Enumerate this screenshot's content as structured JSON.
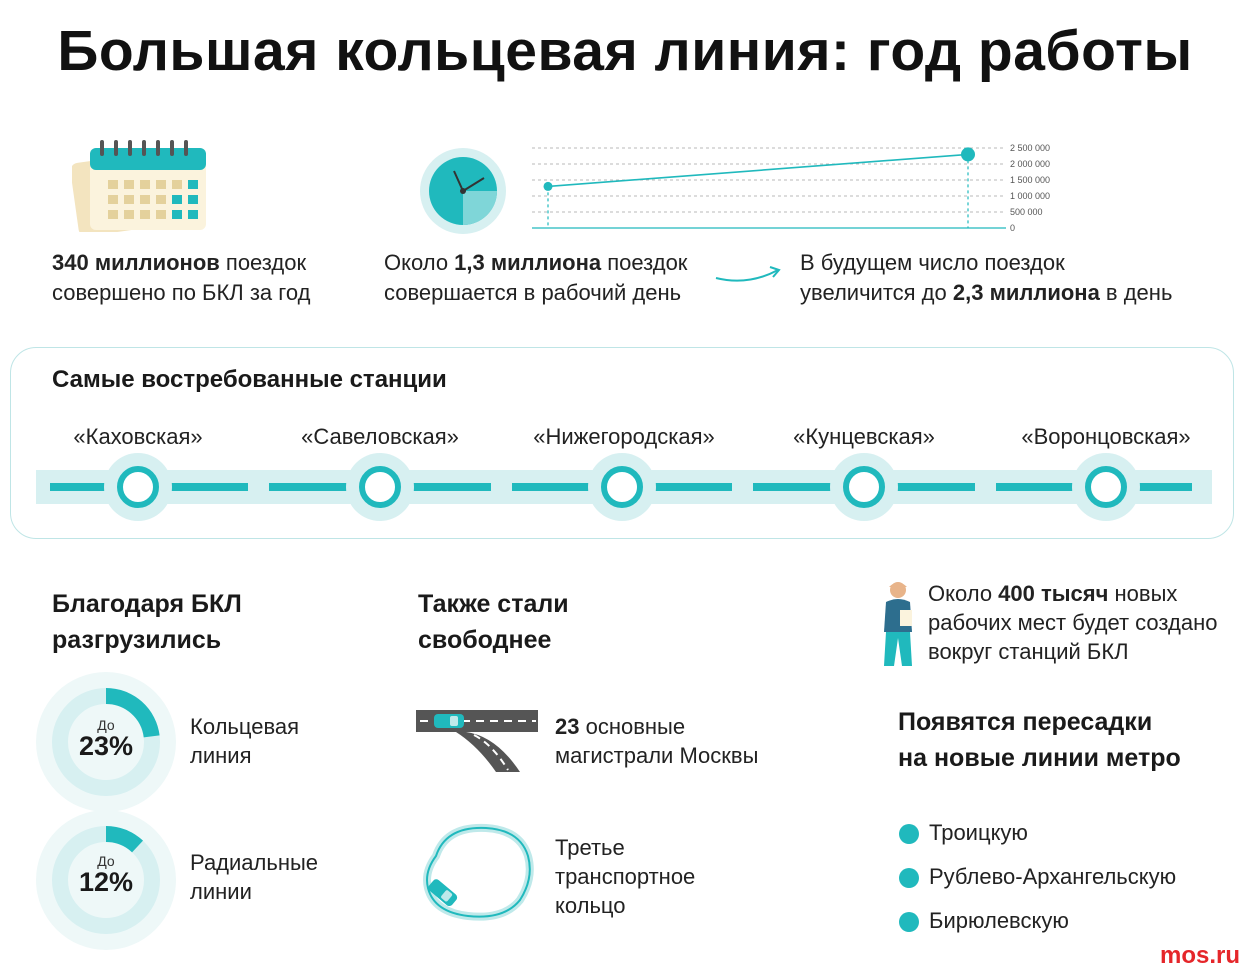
{
  "title": "Большая кольцевая линия: год работы",
  "stats": {
    "trips_year_bold": "340 миллионов",
    "trips_year_rest1": " поездок",
    "trips_year_line2": "совершено по БКЛ за год",
    "daily_pre": "Около ",
    "daily_bold": "1,3 миллиона",
    "daily_rest1": " поездок",
    "daily_line2": "совершается в рабочий день",
    "future_line1": "В будущем число поездок",
    "future_pre2": "увеличится до ",
    "future_bold": "2,3 миллиона",
    "future_rest2": " в день"
  },
  "chart_data": {
    "type": "line",
    "y_ticks": [
      "2 500 000",
      "2 000 000",
      "1 500 000",
      "1 000 000",
      "500 000",
      "0"
    ],
    "ylim": [
      0,
      2500000
    ],
    "values": [
      1300000,
      2300000
    ],
    "grid": true
  },
  "stations": {
    "title": "Самые востребованные станции",
    "items": [
      "«Каховская»",
      "«Савеловская»",
      "«Нижегородская»",
      "«Кунцевская»",
      "«Воронцовская»"
    ]
  },
  "unloaded": {
    "heading_l1": "Благодаря БКЛ",
    "heading_l2": "разгрузились",
    "items": [
      {
        "pre": "До",
        "value": "23%",
        "label_l1": "Кольцевая",
        "label_l2": "линия",
        "fraction": 0.23
      },
      {
        "pre": "До",
        "value": "12%",
        "label_l1": "Радиальные",
        "label_l2": "линии",
        "fraction": 0.12
      }
    ]
  },
  "freer": {
    "heading_l1": "Также стали",
    "heading_l2": "свободнее",
    "roads_bold": "23",
    "roads_rest1": " основные",
    "roads_line2": "магистрали Москвы",
    "ring_l1": "Третье",
    "ring_l2": "транспортное",
    "ring_l3": "кольцо"
  },
  "jobs": {
    "pre": "Около ",
    "bold": "400 тысяч",
    "rest1": " новых",
    "line2": "рабочих мест будет создано",
    "line3": "вокруг станций БКЛ"
  },
  "transfers": {
    "heading_l1": "Появятся пересадки",
    "heading_l2": "на новые линии метро",
    "items": [
      "Троицкую",
      "Рублево-Архангельскую",
      "Бирюлевскую"
    ]
  },
  "brand": "mos.ru",
  "colors": {
    "accent": "#20b9bd",
    "accent_light": "#d7f0f1",
    "brand": "#e5262a"
  },
  "icons": [
    "calendar-icon",
    "clock-icon",
    "arrow-right-icon",
    "worker-icon",
    "road-junction-icon",
    "ring-road-icon",
    "car-icon"
  ]
}
